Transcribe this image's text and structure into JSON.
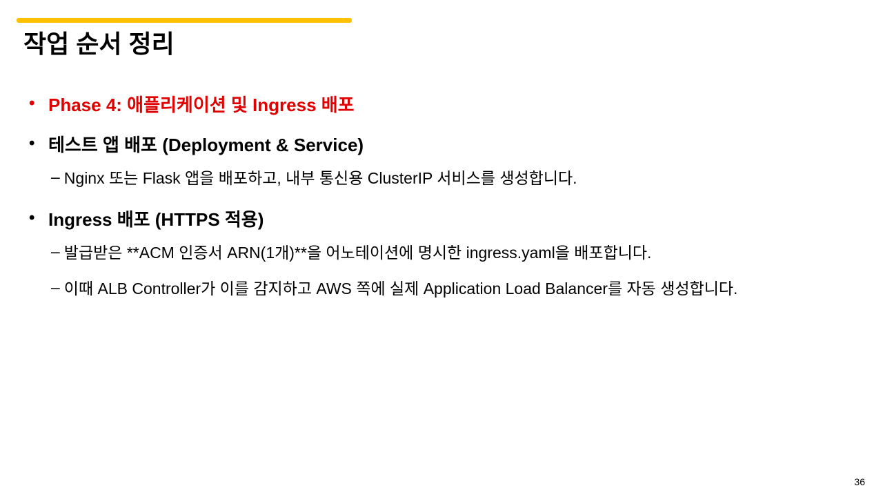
{
  "slide": {
    "title": "작업 순서 정리",
    "accent_color": "#FFC000",
    "highlight_color": "#E00000",
    "page_number": "36"
  },
  "bullets": [
    {
      "text": "Phase 4: 애플리케이션 및 Ingress 배포",
      "highlight": true,
      "subs": []
    },
    {
      "text": "테스트 앱 배포 (Deployment & Service)",
      "highlight": false,
      "subs": [
        "Nginx 또는 Flask 앱을 배포하고, 내부 통신용 ClusterIP 서비스를 생성합니다."
      ]
    },
    {
      "text": "Ingress 배포 (HTTPS 적용)",
      "highlight": false,
      "subs": [
        "발급받은 **ACM 인증서 ARN(1개)**을 어노테이션에 명시한 ingress.yaml을 배포합니다.",
        "이때 ALB Controller가 이를 감지하고 AWS 쪽에 실제 Application Load Balancer를 자동 생성합니다."
      ]
    }
  ],
  "bullet_glyph": "•",
  "dash_glyph": "–"
}
